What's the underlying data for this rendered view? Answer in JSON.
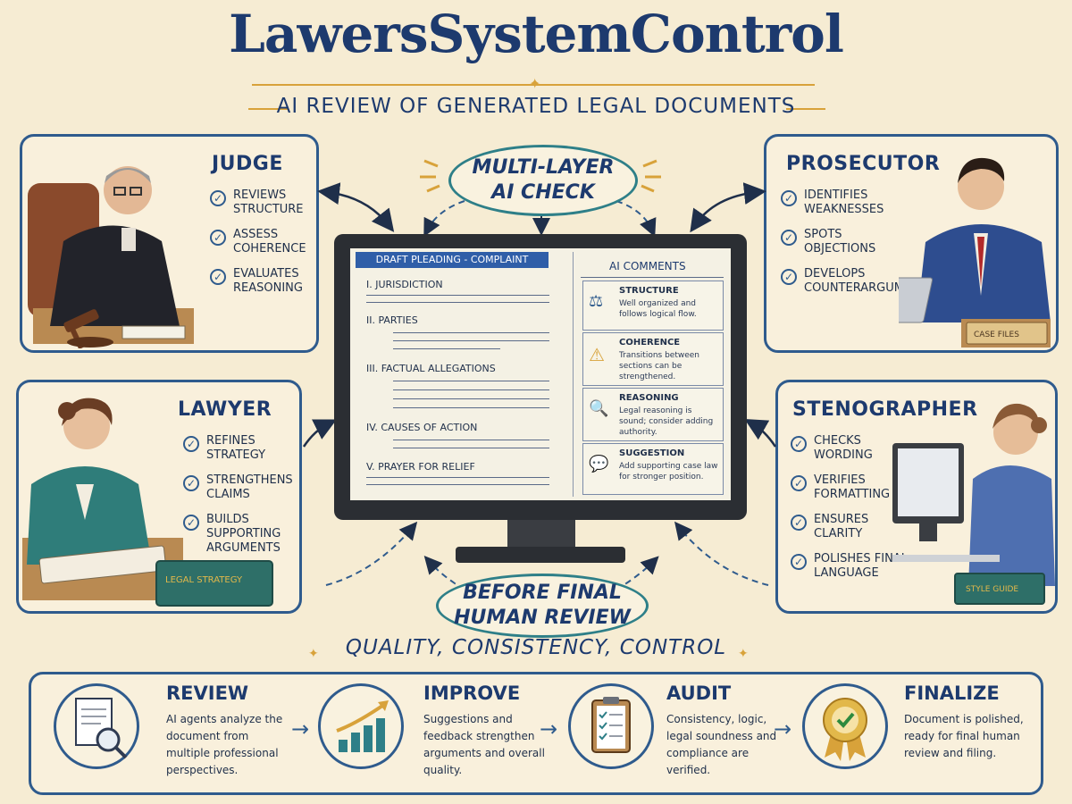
{
  "header": {
    "title": "LawersSystemControl",
    "subtitle": "AI REVIEW OF GENERATED LEGAL DOCUMENTS",
    "accent_color": "#d8a23a"
  },
  "roles": {
    "judge": {
      "title": "JUDGE",
      "items": [
        "REVIEWS STRUCTURE",
        "ASSESS COHERENCE",
        "EVALUATES REASONING"
      ]
    },
    "lawyer": {
      "title": "LAWYER",
      "items": [
        "REFINES STRATEGY",
        "STRENGTHENS CLAIMS",
        "BUILDS SUPPORTING ARGUMENTS"
      ],
      "book_label": "LEGAL STRATEGY"
    },
    "prosecutor": {
      "title": "PROSECUTOR",
      "items": [
        "IDENTIFIES WEAKNESSES",
        "SPOTS OBJECTIONS",
        "DEVELOPS COUNTERARGUMENTS"
      ],
      "book_label": "CASE FILES"
    },
    "stenographer": {
      "title": "STENOGRAPHER",
      "items": [
        "CHECKS WORDING",
        "VERIFIES FORMATTING",
        "ENSURES CLARITY",
        "POLISHES FINAL LANGUAGE"
      ],
      "book_label": "STYLE GUIDE"
    }
  },
  "top_oval": {
    "line1": "MULTI-LAYER",
    "line2": "AI CHECK"
  },
  "bottom_oval": {
    "line1": "BEFORE FINAL",
    "line2": "HUMAN REVIEW"
  },
  "document": {
    "header": "DRAFT PLEADING - COMPLAINT",
    "sections": [
      "I. JURISDICTION",
      "II. PARTIES",
      "III. FACTUAL ALLEGATIONS",
      "IV. CAUSES OF ACTION",
      "V. PRAYER FOR RELIEF"
    ]
  },
  "ai_comments": {
    "header": "AI COMMENTS",
    "items": [
      {
        "icon": "scales-icon",
        "title": "STRUCTURE",
        "body": "Well organized and follows logical flow."
      },
      {
        "icon": "warning-icon",
        "title": "COHERENCE",
        "body": "Transitions between sections can be strengthened."
      },
      {
        "icon": "magnifier-icon",
        "title": "REASONING",
        "body": "Legal reasoning is sound; consider adding authority."
      },
      {
        "icon": "speech-bubble-icon",
        "title": "SUGGESTION",
        "body": "Add supporting case law for stronger position."
      }
    ]
  },
  "quality_banner": "QUALITY, CONSISTENCY, CONTROL",
  "steps": [
    {
      "icon": "document-magnifier-icon",
      "title": "REVIEW",
      "desc": "AI agents analyze the document from multiple professional perspectives."
    },
    {
      "icon": "growth-chart-icon",
      "title": "IMPROVE",
      "desc": "Suggestions and feedback strengthen arguments and overall quality."
    },
    {
      "icon": "clipboard-checklist-icon",
      "title": "AUDIT",
      "desc": "Consistency, logic, legal soundness and compliance are verified."
    },
    {
      "icon": "award-badge-icon",
      "title": "FINALIZE",
      "desc": "Document is polished, ready for final human review and filing."
    }
  ]
}
